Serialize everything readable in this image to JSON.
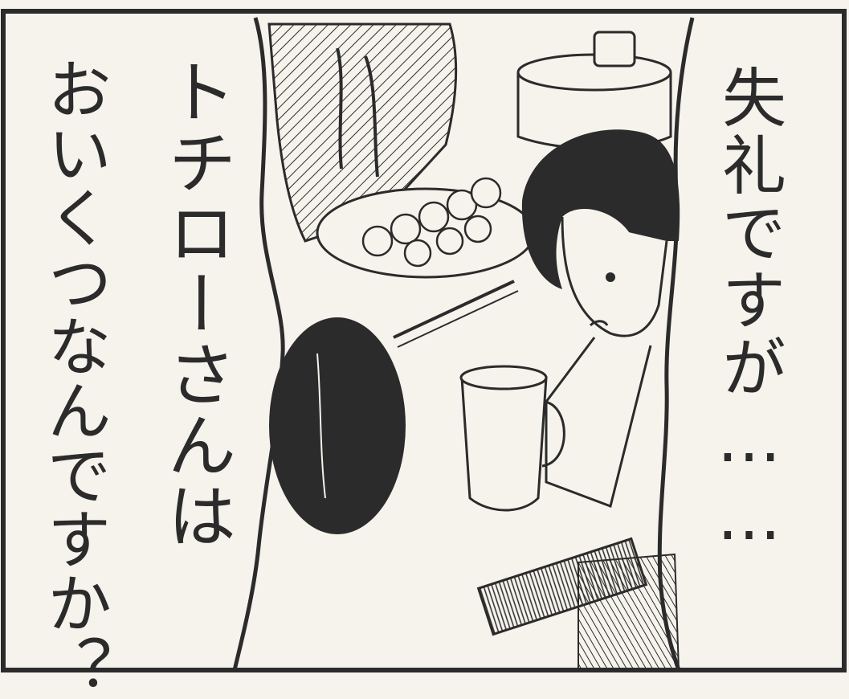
{
  "panel": {
    "speech_right": "失礼ですが……",
    "speech_left_line1": "トチローさんは",
    "speech_left_line2": "おいくつなんですか？"
  },
  "colors": {
    "paper": "#f5f3ec",
    "ink": "#2b2b2b"
  }
}
